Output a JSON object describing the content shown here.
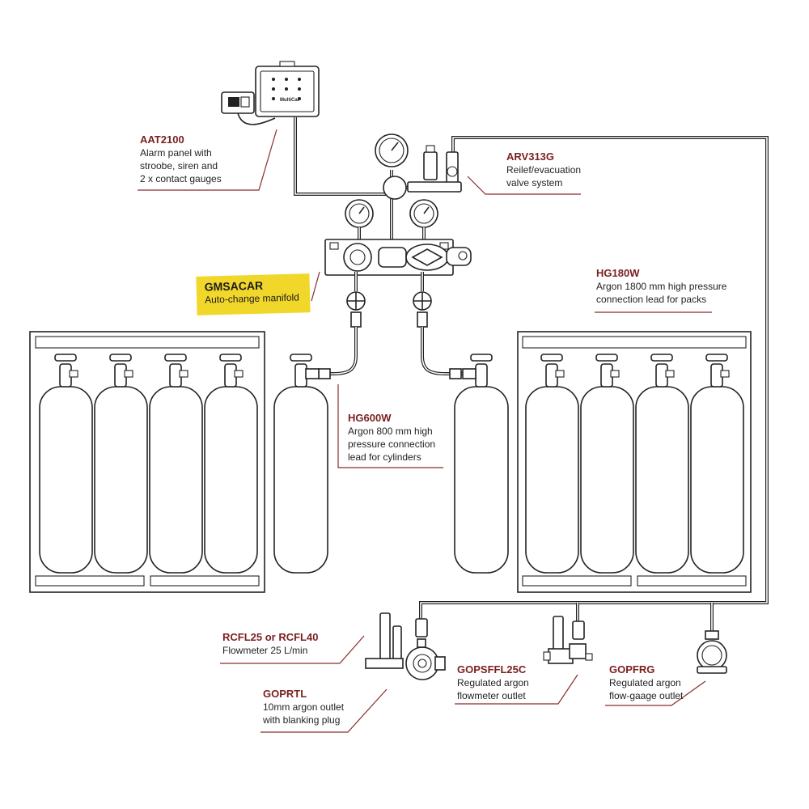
{
  "labels": {
    "aat2100": {
      "code": "AAT2100",
      "desc": "Alarm panel with\nstroobe, siren and\n2 x contact gauges"
    },
    "arv313g": {
      "code": "ARV313G",
      "desc": "Reilef/evacuation\nvalve system"
    },
    "gmsacar": {
      "code": "GMSACAR",
      "desc": "Auto-change manifold"
    },
    "hg180w": {
      "code": "HG180W",
      "desc": "Argon 1800 mm high pressure\nconnection lead for packs"
    },
    "hg600w": {
      "code": "HG600W",
      "desc": "Argon 800 mm high\npressure connection\nlead for cylinders"
    },
    "rcfl": {
      "code": "RCFL25 or RCFL40",
      "desc": "Flowmeter 25 L/min"
    },
    "goprtl": {
      "code": "GOPRTL",
      "desc": "10mm argon outlet\nwith blanking plug"
    },
    "gopsffl25c": {
      "code": "GOPSFFL25C",
      "desc": "Regulated argon\nflowmeter outlet"
    },
    "gopfrg": {
      "code": "GOPFRG",
      "desc": "Regulated argon\nflow-gaage outlet"
    }
  },
  "alarm_panel_brand": "MultiCal",
  "colors": {
    "label_code": "#7a1f1f",
    "leader": "#8a2b2b",
    "highlight": "#f2d72b",
    "line": "#222222"
  }
}
